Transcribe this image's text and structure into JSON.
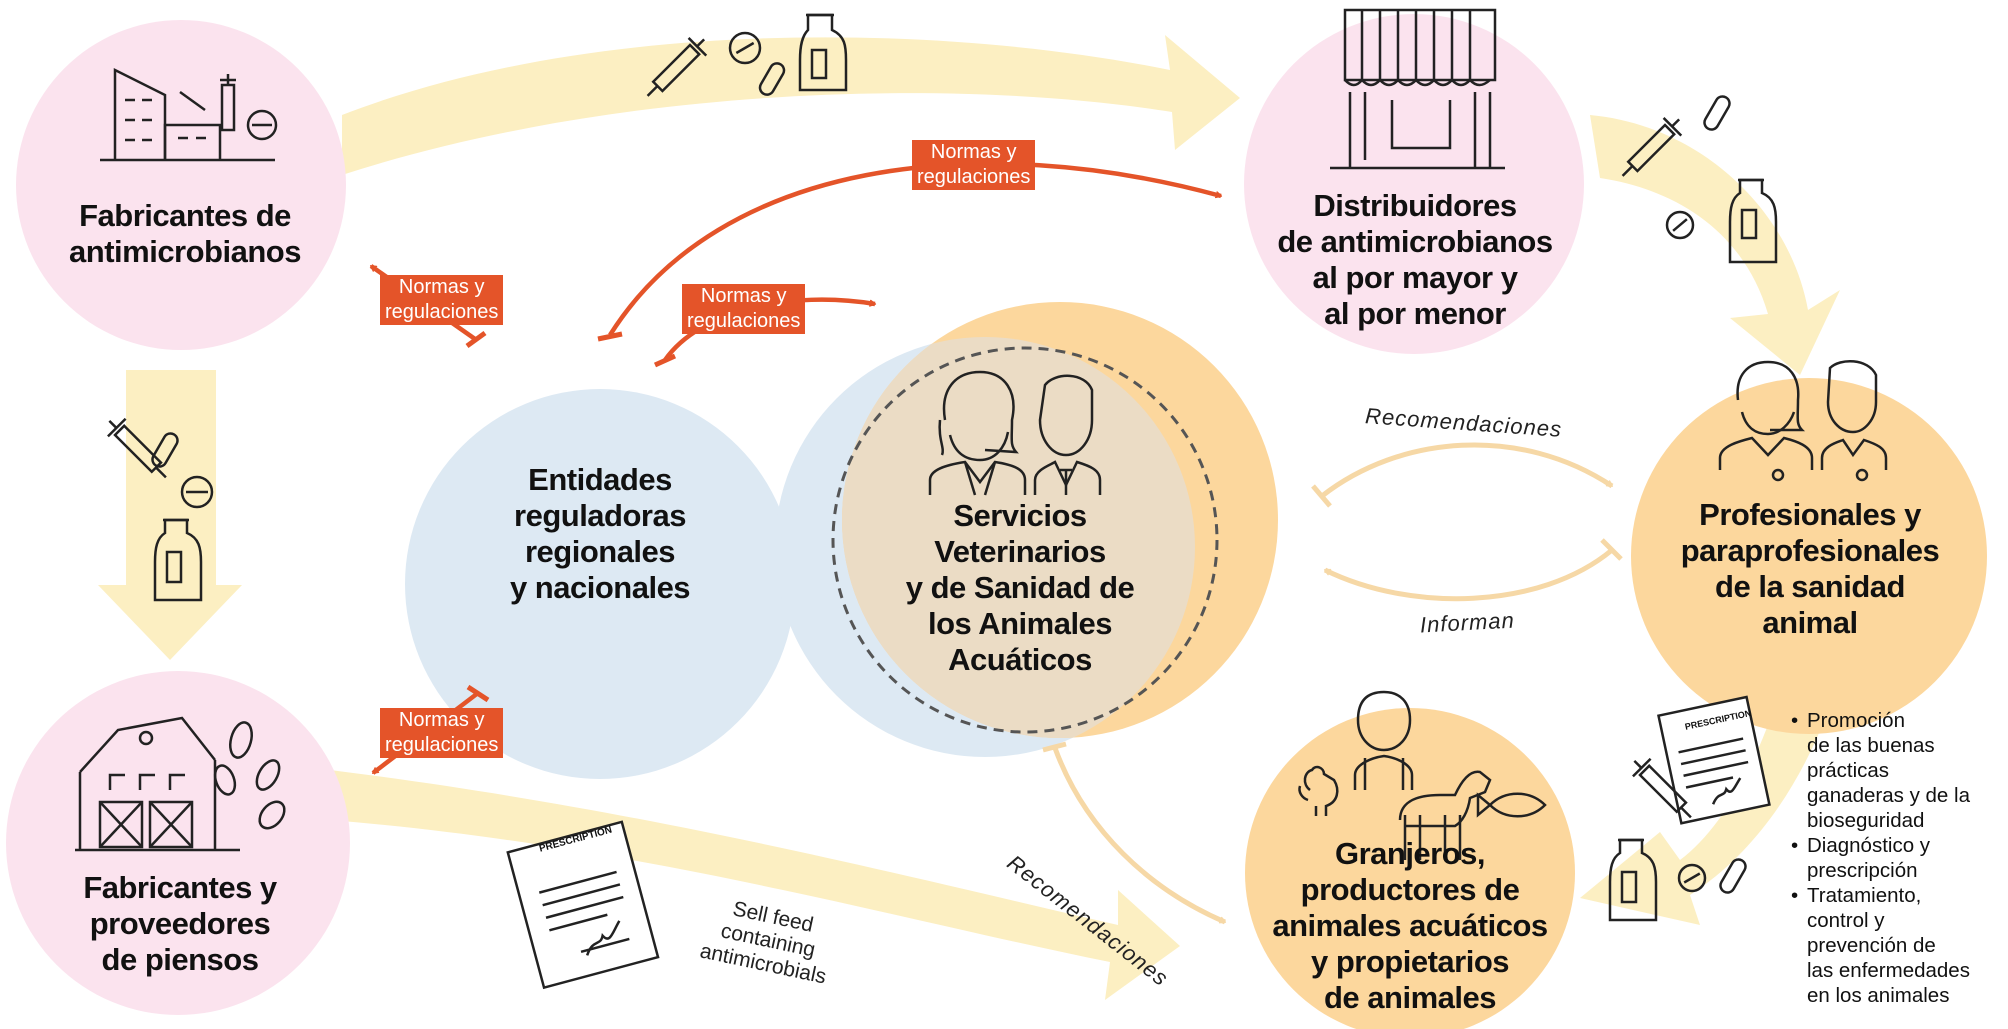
{
  "nodes": {
    "fabricantes_antimicrobianos": "Fabricantes de\nantimicrobianos",
    "fabricantes_piensos": "Fabricantes y\nproveedores\nde piensos",
    "entidades_reguladoras": "Entidades\nreguladoras\nregionales\ny nacionales",
    "servicios_veterinarios": "Servicios\nVeterinarios\ny de Sanidad de\nlos Animales\nAcuáticos",
    "distribuidores": "Distribuidores\nde antimicrobianos\nal por mayor y\nal por menor",
    "profesionales": "Profesionales y\nparaprofesionales\nde la sanidad\nanimal",
    "granjeros": "Granjeros,\nproductores de\nanimales acuáticos\ny propietarios\nde animales"
  },
  "tags": {
    "normas_top": "Normas y\nregulaciones",
    "normas_left_top": "Normas y\nregulaciones",
    "normas_center": "Normas y\nregulaciones",
    "normas_left_bottom": "Normas y\nregulaciones"
  },
  "edge_labels": {
    "recomendaciones_right": "Recomendaciones",
    "informan": "Informan",
    "recomendaciones_diag": "Recomendaciones",
    "sell_feed": "Sell feed\ncontaining\nantimicrobials"
  },
  "document": {
    "prescription_title": "PRESCRIPTION"
  },
  "roles": [
    "Promoción de las buenas prácticas ganaderas y de la bioseguridad",
    "Diagnóstico y prescripción",
    "Tratamiento, control y prevención de las enfermedades en los animales"
  ],
  "roles_lines": [
    "Promoción\nde las buenas\nprácticas\nganaderas y de la\nbioseguridad",
    "Diagnóstico y\nprescripción",
    "Tratamiento,\ncontrol y\nprevención de\nlas enfermedades\nen los animales"
  ],
  "colors": {
    "pink": "#fbe3ee",
    "light_blue": "#dde9f3",
    "orange_circle": "#fcd79d",
    "overlap": "#ebdcc5",
    "flow_arrow": "#fcefc2",
    "regulation": "#e45429",
    "recommendation": "#f9dfb3"
  }
}
